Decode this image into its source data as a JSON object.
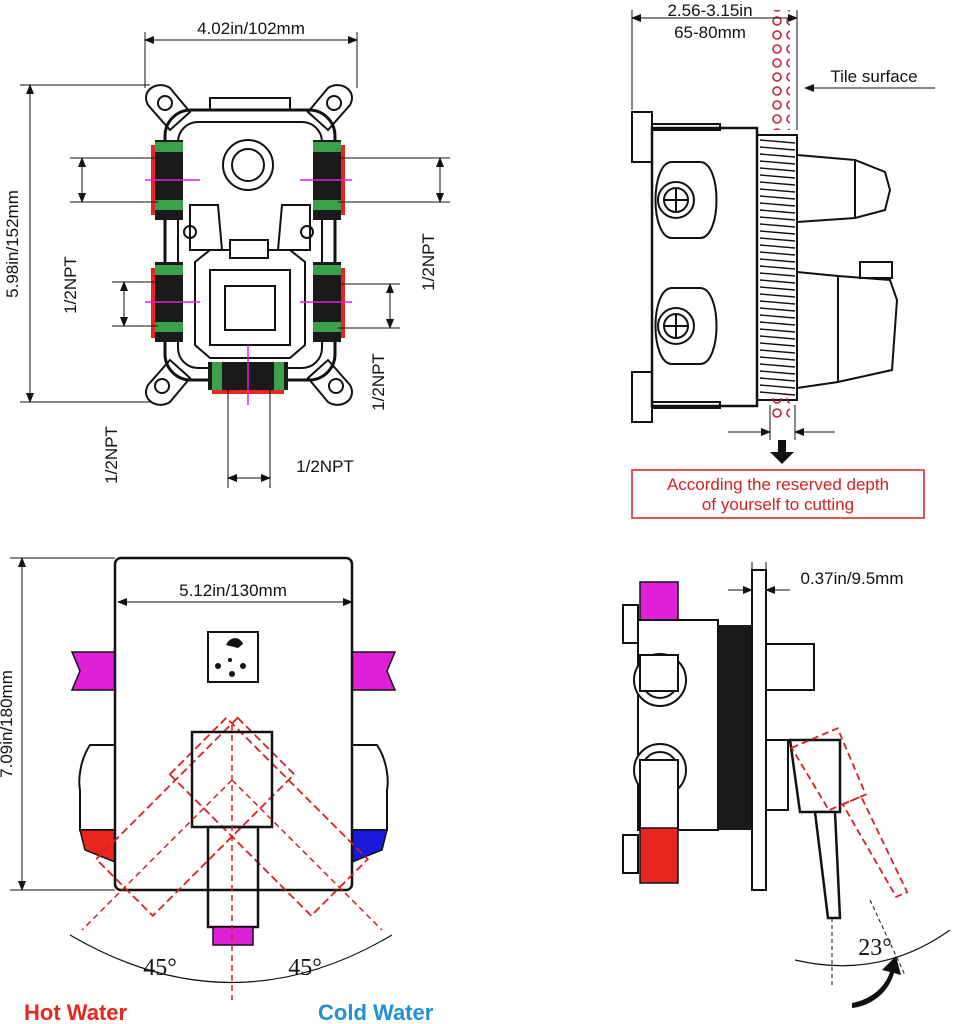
{
  "top_left": {
    "width_label": "4.02in/102mm",
    "height_label": "5.98in/152mm",
    "port_labels": [
      "1/2NPT",
      "1/2NPT",
      "1/2NPT",
      "1/2NPT",
      "1/2NPT"
    ]
  },
  "top_right": {
    "depth_label_line1": "2.56-3.15in",
    "depth_label_line2": "65-80mm",
    "tile_label": "Tile surface",
    "note_line1": "According the reserved depth",
    "note_line2": "of yourself to cutting"
  },
  "bottom_left": {
    "width_label": "5.12in/130mm",
    "height_label": "7.09in/180mm",
    "angle_left": "45°",
    "angle_right": "45°",
    "hot_label": "Hot Water",
    "cold_label": "Cold Water"
  },
  "bottom_right": {
    "thickness_label": "0.37in/9.5mm",
    "angle_label": "23°"
  },
  "colors": {
    "hot": "#e8251f",
    "cold": "#1f8fd6",
    "magenta": "#e020d8",
    "blue_tip": "#1a1adb",
    "note_red": "#d42020",
    "line": "#111111",
    "thread_green": "#3aa04a"
  },
  "icons": [
    "shower-head-icon",
    "rotation-arrow-icon"
  ]
}
